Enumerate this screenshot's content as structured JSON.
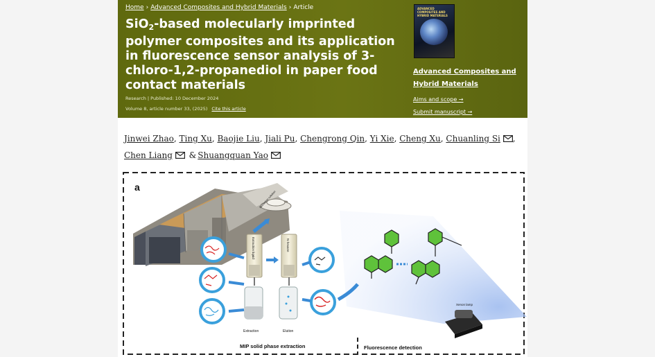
{
  "breadcrumb": {
    "home": "Home",
    "journal": "Advanced Composites and Hybrid Materials",
    "current": "Article",
    "separator": "›"
  },
  "article": {
    "title_prefix": "SiO",
    "title_sub": "2",
    "title_rest": "-based molecularly imprinted polymer composites and its application in fluorescence sensor analysis of 3-chloro-1,2-propanediol in paper food contact materials",
    "meta_line1": "Research | Published: 10 December 2024",
    "meta_line2": "Volume 8, article number 33, (2025)",
    "cite_label": "Cite this article"
  },
  "journal_panel": {
    "cover_title": "ADVANCED COMPOSITES AND HYBRID MATERIALS",
    "journal_name": "Advanced Composites and Hybrid Materials",
    "aims_label": "Aims and scope →",
    "submit_label": "Submit manuscript →"
  },
  "authors": [
    {
      "name": "Jinwei Zhao",
      "mail": false
    },
    {
      "name": "Ting Xu",
      "mail": false
    },
    {
      "name": "Baojie Liu",
      "mail": false
    },
    {
      "name": "Jiali Pu",
      "mail": false
    },
    {
      "name": "Chengrong Qin",
      "mail": false
    },
    {
      "name": "Yi Xie",
      "mail": false
    },
    {
      "name": "Cheng Xu",
      "mail": false
    },
    {
      "name": "Chuanling Si",
      "mail": true
    },
    {
      "name": "Chen Liang",
      "mail": true
    },
    {
      "name": "Shuangquan Yao",
      "mail": true
    }
  ],
  "authors_amp": "&",
  "figure": {
    "panel_label": "a",
    "cartridge1_label": "Extraction liquid",
    "cartridge2_label": "N-hexane",
    "stream_label": "Extraction solution",
    "vial1_label": "Extraction",
    "vial2_label": "Elution",
    "lamp_label": "Xenon lamp",
    "caption_left": "MIP solid phase extraction",
    "caption_right": "Fluorescence detection",
    "colors": {
      "ring": "#3aa0dc",
      "molecule_green": "#5fc23b",
      "red_strands": "#d82424",
      "dash": "#222222"
    }
  }
}
